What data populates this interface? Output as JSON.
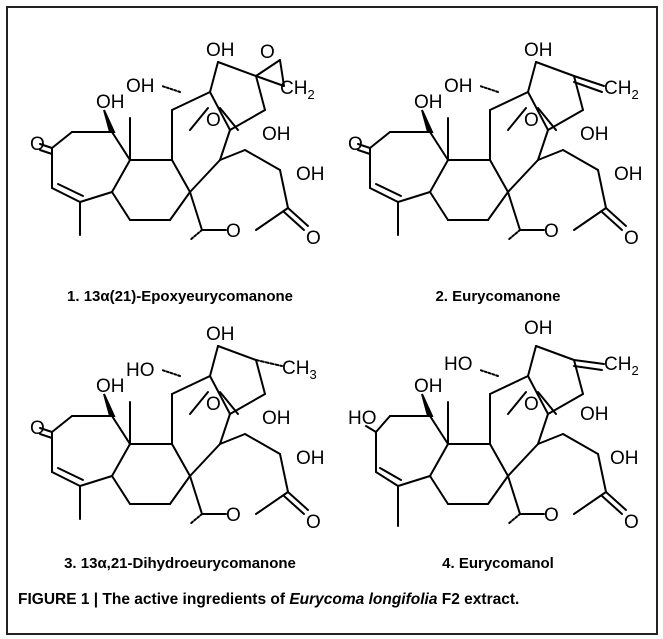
{
  "compounds": [
    {
      "caption": "1. 13α(21)-Epoxyeurycomanone"
    },
    {
      "caption": "2. Eurycomanone"
    },
    {
      "caption": "3. 13α,21-Dihydroeurycomanone"
    },
    {
      "caption": "4. Eurycomanol"
    }
  ],
  "atom_labels": {
    "oh": "OH",
    "ho": "HO",
    "o": "O",
    "ch2": "CH",
    "ch2_sub": "2",
    "ch3": "CH",
    "ch3_sub": "3"
  },
  "figure_caption": {
    "prefix": "FIGURE 1 | The active ingredients of ",
    "species": "Eurycoma longifolia",
    "suffix": " F2 extract."
  }
}
